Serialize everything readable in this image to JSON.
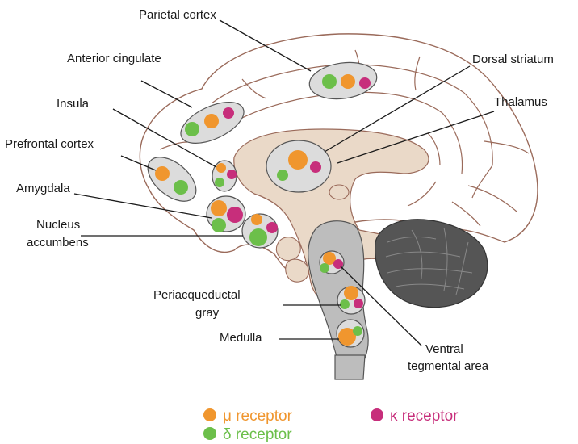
{
  "colors": {
    "mu": "#f0962e",
    "delta": "#6cbf4a",
    "kappa": "#c72e7b",
    "brain_outline": "#9a6a5a",
    "inner_tan": "#ead9c8",
    "brainstem_gray": "#bdbdbd",
    "cerebellum": "#555555"
  },
  "labels": {
    "parietal": "Parietal cortex",
    "anterior_cingulate": "Anterior cingulate",
    "dorsal_striatum": "Dorsal striatum",
    "insula": "Insula",
    "thalamus": "Thalamus",
    "prefrontal": "Prefrontal cortex",
    "amygdala": "Amygdala",
    "nucleus_accumbens_1": "Nucleus",
    "nucleus_accumbens_2": "accumbens",
    "periaqueductal_1": "Periacqueductal",
    "periaqueductal_2": "gray",
    "medulla": "Medulla",
    "vta_1": "Ventral",
    "vta_2": "tegmental area"
  },
  "legend": {
    "mu": "μ receptor",
    "kappa": "κ receptor",
    "delta": "δ receptor"
  }
}
